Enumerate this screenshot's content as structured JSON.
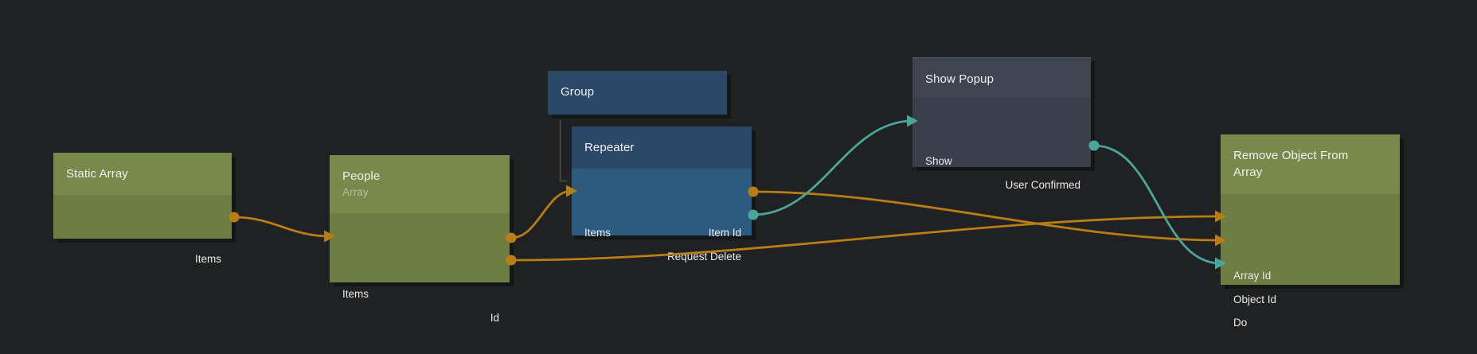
{
  "canvas": {
    "background": "#202122",
    "editor_kind": "node-graph"
  },
  "colors": {
    "data_wire": "#b87d15",
    "event_wire": "#4ba69a",
    "tree_connector": "#4e4e4e",
    "node_olive_header": "#79894c",
    "node_olive_body": "#6e7e42",
    "node_blue_header": "#2b4967",
    "node_blue_body": "#2d5b80",
    "node_slate_header": "#3f4450",
    "node_slate_body": "#3a3f4b"
  },
  "nodes": {
    "static_array": {
      "title": "Static Array",
      "theme": "olive",
      "ports": {
        "items": {
          "label": "Items",
          "direction": "output",
          "type": "data"
        }
      }
    },
    "people": {
      "title": "People",
      "subtitle": "Array",
      "theme": "olive",
      "ports": {
        "items": {
          "label": "Items",
          "direction": "input-output",
          "type": "data"
        },
        "id": {
          "label": "Id",
          "direction": "output",
          "type": "data"
        }
      }
    },
    "group": {
      "title": "Group",
      "theme": "blue",
      "children": [
        "Repeater"
      ]
    },
    "repeater": {
      "title": "Repeater",
      "theme": "blue",
      "ports": {
        "items": {
          "label": "Items",
          "direction": "input",
          "type": "data"
        },
        "item_id": {
          "label": "Item Id",
          "direction": "output",
          "type": "data"
        },
        "request_delete": {
          "label": "Request Delete",
          "direction": "output",
          "type": "event"
        }
      }
    },
    "show_popup": {
      "title": "Show Popup",
      "theme": "slate",
      "ports": {
        "show": {
          "label": "Show",
          "direction": "input",
          "type": "event"
        },
        "user_confirmed": {
          "label": "User Confirmed",
          "direction": "output",
          "type": "event"
        }
      }
    },
    "remove_object_from_array": {
      "title": "Remove Object From Array",
      "theme": "olive",
      "ports": {
        "array_id": {
          "label": "Array Id",
          "direction": "input",
          "type": "data"
        },
        "object_id": {
          "label": "Object Id",
          "direction": "input",
          "type": "data"
        },
        "do": {
          "label": "Do",
          "direction": "input",
          "type": "event"
        }
      }
    }
  },
  "connections": [
    {
      "from": "Static Array.Items",
      "to": "People.Items",
      "type": "data"
    },
    {
      "from": "People.Items",
      "to": "Repeater.Items",
      "type": "data"
    },
    {
      "from": "People.Id",
      "to": "Remove Object From Array.Array Id",
      "type": "data"
    },
    {
      "from": "Repeater.Item Id",
      "to": "Remove Object From Array.Object Id",
      "type": "data"
    },
    {
      "from": "Repeater.Request Delete",
      "to": "Show Popup.Show",
      "type": "event"
    },
    {
      "from": "Show Popup.User Confirmed",
      "to": "Remove Object From Array.Do",
      "type": "event"
    }
  ]
}
